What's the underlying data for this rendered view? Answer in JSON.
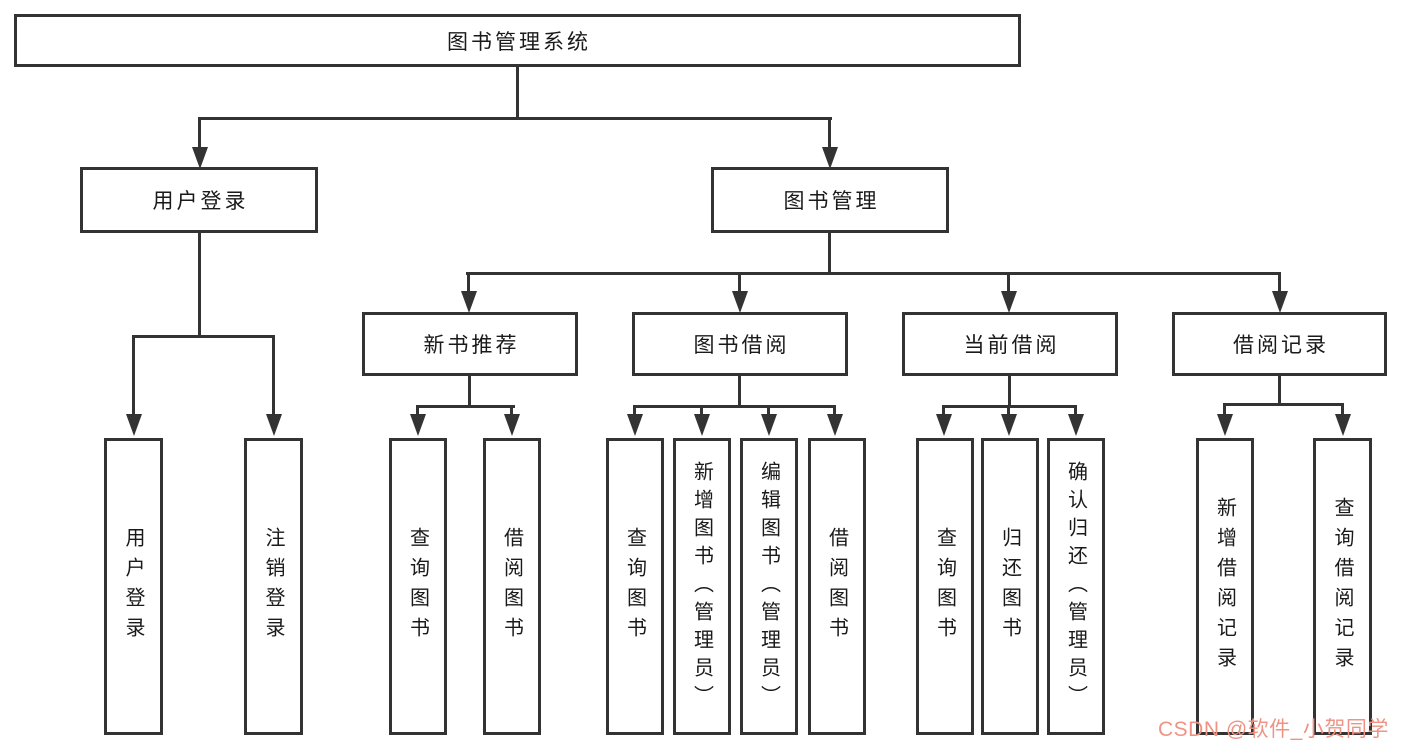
{
  "colors": {
    "line": "#333333",
    "text": "#1a1a1a",
    "background": "#ffffff",
    "watermark": "#ef9484"
  },
  "nodes": {
    "root": "图书管理系统",
    "user_login": "用户登录",
    "book_management": "图书管理",
    "user_login_leaf": "用户登录",
    "logout_leaf": "注销登录",
    "new_book_recommend": "新书推荐",
    "book_borrowing": "图书借阅",
    "current_borrowing": "当前借阅",
    "borrowing_records": "借阅记录",
    "nbr_query_books": "查询图书",
    "nbr_borrow_books": "借阅图书",
    "bb_query_books": "查询图书",
    "bb_add_books": "新增图书（管理员）",
    "bb_edit_books": "编辑图书（管理员）",
    "bb_borrow_books": "借阅图书",
    "cb_query_books": "查询图书",
    "cb_return_books": "归还图书",
    "cb_confirm_return": "确认归还（管理员）",
    "br_add_record": "新增借阅记录",
    "br_query_record": "查询借阅记录"
  },
  "watermark": "CSDN @软件_小贺同学"
}
